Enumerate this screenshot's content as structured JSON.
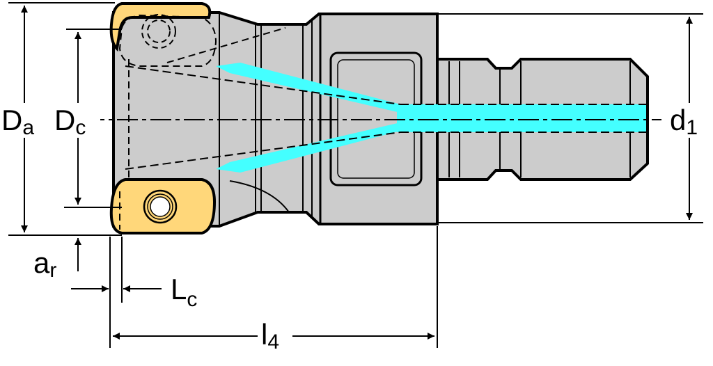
{
  "colors": {
    "body": "#cccccc",
    "insert": "#ffd77a",
    "coolant": "#44ffff",
    "outline": "#000000"
  },
  "labels": {
    "Da": {
      "main": "D",
      "sub": "a"
    },
    "Dc": {
      "main": "D",
      "sub": "c"
    },
    "d1": {
      "main": "d",
      "sub": "1"
    },
    "ar": {
      "main": "a",
      "sub": "r"
    },
    "Lc": {
      "main": "L",
      "sub": "c"
    },
    "l4": {
      "main": "l",
      "sub": "4"
    }
  }
}
